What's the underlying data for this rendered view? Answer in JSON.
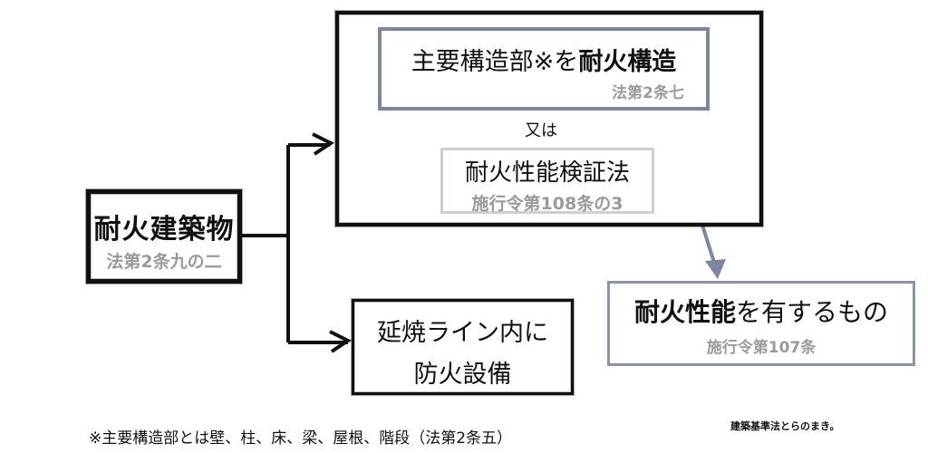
{
  "main": {
    "title": "耐火建築物",
    "ref": "法第2条九の二"
  },
  "option_a": {
    "structure": {
      "text_plain": "主要構造部※を",
      "text_bold": "耐火構造",
      "ref": "法第2条七"
    },
    "or_label": "又は",
    "verify": {
      "text": "耐火性能検証法",
      "ref": "施行令第108条の3"
    }
  },
  "result": {
    "text_bold": "耐火性能",
    "text_plain": "を有するもの",
    "ref": "施行令第107条"
  },
  "option_b": {
    "line1": "延焼ライン内に",
    "line2": "防火設備"
  },
  "footnote": "※主要構造部とは壁、柱、床、梁、屋根、階段（法第2条五）",
  "credit": "建築基準法とらのまき。",
  "colors": {
    "ink": "#111111",
    "accent_blue_gray": "#7b869f",
    "ref_gray": "#9a9a9a",
    "light_border": "#cfcfcf"
  }
}
